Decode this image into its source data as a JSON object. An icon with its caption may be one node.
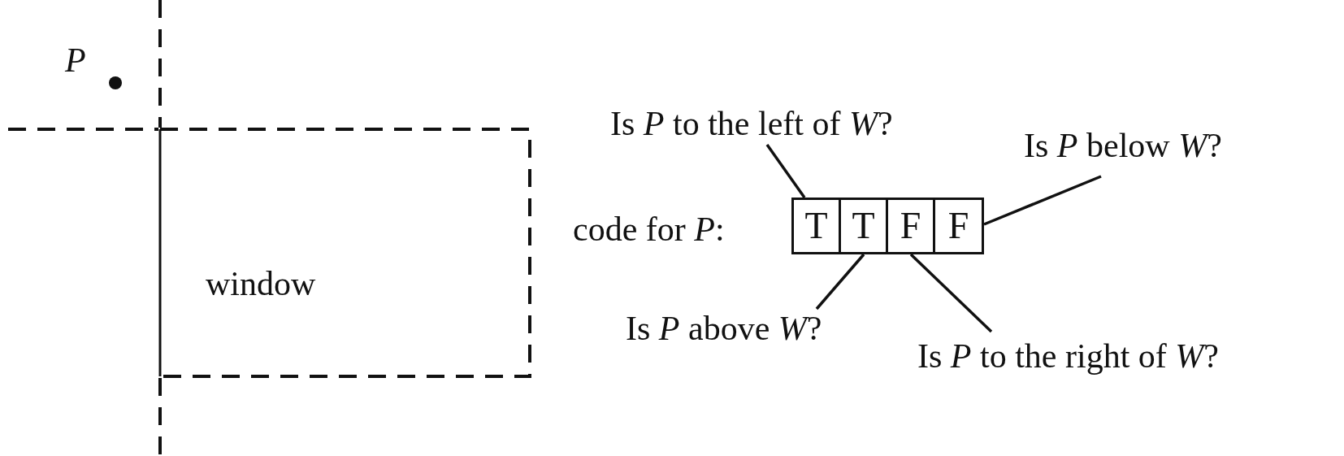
{
  "diagram": {
    "nodes": [
      {
        "text": [
          "window"
        ]
      },
      {
        "text": [
          "Is *P* to the left of *W*?"
        ]
      },
      {
        "text": [
          "Is *P* below *W*?"
        ]
      },
      {
        "text": [
          "T"
        ]
      },
      {
        "text": [
          "T"
        ]
      },
      {
        "text": [
          "F"
        ]
      },
      {
        "text": [
          "F"
        ]
      },
      {
        "text": [
          "Is *P* above *W*?"
        ]
      },
      {
        "text": [
          "Is *P* to the right of *W*?"
        ]
      }
    ],
    "edges": [
      {
        "from": 1,
        "to": 3,
        "arrow": "none"
      },
      {
        "from": 7,
        "to": 4,
        "arrow": "none"
      },
      {
        "from": 8,
        "to": 5,
        "arrow": "none"
      },
      {
        "from": 2,
        "to": 6,
        "arrow": "none"
      }
    ],
    "labels": [
      "P",
      "code for *P*:"
    ]
  }
}
